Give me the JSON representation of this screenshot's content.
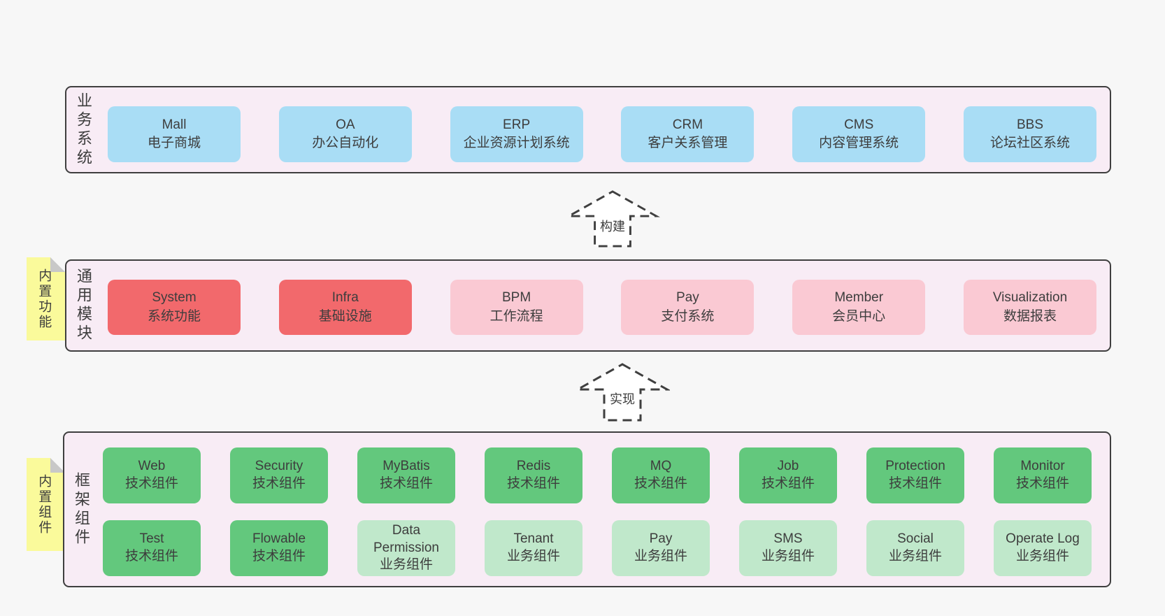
{
  "background": "#f7f7f7",
  "palette": {
    "panel_bg": "#f8ecf5",
    "panel_border": "#3f3f3f",
    "blue": "#a9ddf5",
    "red": "#f2696c",
    "pink": "#fac9d3",
    "green": "#63c87d",
    "light_green": "#c0e8cb",
    "sticky_yellow": "#fafa9b",
    "fold_gray": "#c8c8c8",
    "text": "#3d3d3d"
  },
  "sections": {
    "business": {
      "label": "业务系统",
      "boxes": [
        {
          "title": "Mall",
          "subtitle": "电子商城"
        },
        {
          "title": "OA",
          "subtitle": "办公自动化"
        },
        {
          "title": "ERP",
          "subtitle": "企业资源计划系统"
        },
        {
          "title": "CRM",
          "subtitle": "客户关系管理"
        },
        {
          "title": "CMS",
          "subtitle": "内容管理系统"
        },
        {
          "title": "BBS",
          "subtitle": "论坛社区系统"
        }
      ]
    },
    "arrow_build": {
      "label": "构建"
    },
    "modules": {
      "label": "通用模块",
      "tag": "内置功能",
      "boxes": [
        {
          "title": "System",
          "subtitle": "系统功能"
        },
        {
          "title": "Infra",
          "subtitle": "基础设施"
        },
        {
          "title": "BPM",
          "subtitle": "工作流程"
        },
        {
          "title": "Pay",
          "subtitle": "支付系统"
        },
        {
          "title": "Member",
          "subtitle": "会员中心"
        },
        {
          "title": "Visualization",
          "subtitle": "数据报表"
        }
      ]
    },
    "arrow_implement": {
      "label": "实现"
    },
    "components": {
      "label": "框架组件",
      "tag": "内置组件",
      "row1": [
        {
          "title": "Web",
          "subtitle": "技术组件"
        },
        {
          "title": "Security",
          "subtitle": "技术组件"
        },
        {
          "title": "MyBatis",
          "subtitle": "技术组件"
        },
        {
          "title": "Redis",
          "subtitle": "技术组件"
        },
        {
          "title": "MQ",
          "subtitle": "技术组件"
        },
        {
          "title": "Job",
          "subtitle": "技术组件"
        },
        {
          "title": "Protection",
          "subtitle": "技术组件"
        },
        {
          "title": "Monitor",
          "subtitle": "技术组件"
        }
      ],
      "row2": [
        {
          "title": "Test",
          "subtitle": "技术组件"
        },
        {
          "title": "Flowable",
          "subtitle": "技术组件"
        },
        {
          "title": "Data Permission",
          "subtitle": "业务组件"
        },
        {
          "title": "Tenant",
          "subtitle": "业务组件"
        },
        {
          "title": "Pay",
          "subtitle": "业务组件"
        },
        {
          "title": "SMS",
          "subtitle": "业务组件"
        },
        {
          "title": "Social",
          "subtitle": "业务组件"
        },
        {
          "title": "Operate Log",
          "subtitle": "业务组件"
        }
      ]
    }
  }
}
